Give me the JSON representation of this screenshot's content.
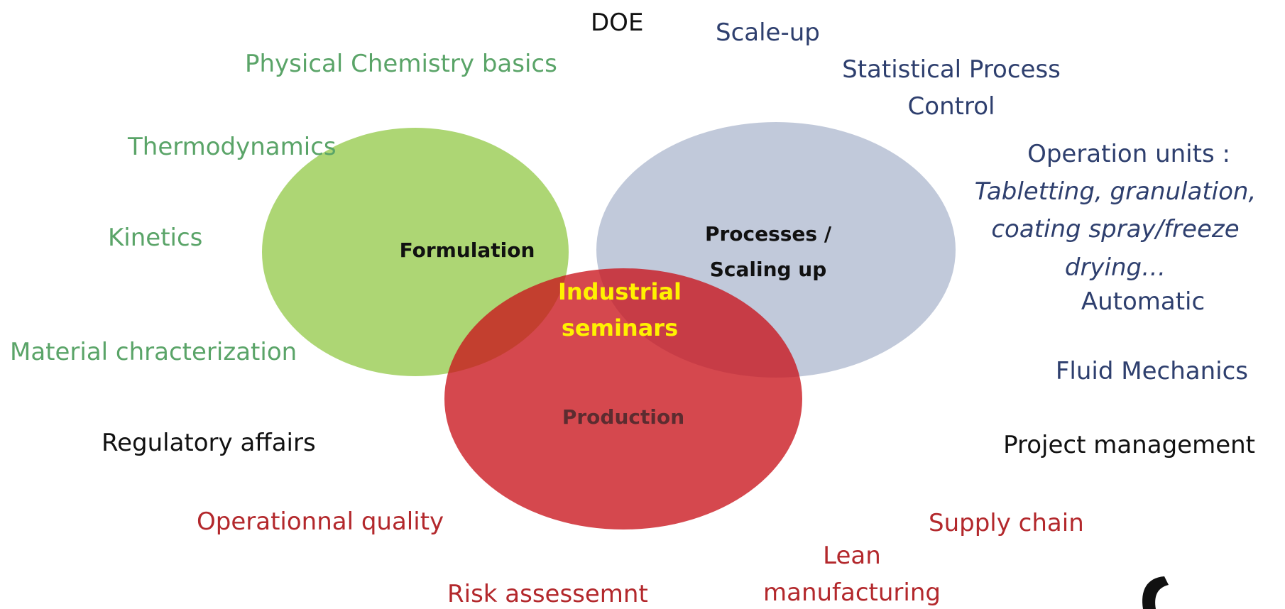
{
  "colors": {
    "formulation_circle": "#8dc63f",
    "processes_circle": "#a3b0c8",
    "production_circle": "#c9151c",
    "core_overlap": "#0d1f5e",
    "industrial_text": "#fff200"
  },
  "venn": {
    "formulation": "Formulation",
    "processes_line1": "Processes /",
    "processes_line2": "Scaling up",
    "production": "Production",
    "center_line1": "Industrial",
    "center_line2": "seminars"
  },
  "labels": {
    "doe": "DOE",
    "scale_up": "Scale-up",
    "physical_chemistry": "Physical Chemistry basics",
    "spc_line1": "Statistical Process",
    "spc_line2": "Control",
    "thermodynamics": "Thermodynamics",
    "operation_units": "Operation units :",
    "op_line1": "Tabletting,  granulation,",
    "op_line2": "coating spray/freeze",
    "op_line3": "drying…",
    "automatic": "Automatic",
    "kinetics": "Kinetics",
    "material": "Material chracterization",
    "fluid_mechanics": "Fluid Mechanics",
    "regulatory": "Regulatory affairs",
    "project_management": "Project management",
    "operational_quality": "Operationnal quality",
    "supply_chain": "Supply chain",
    "lean_line1": "Lean",
    "lean_line2": "manufacturing",
    "risk": "Risk assessemnt"
  },
  "logo_icon": "corner-logo-icon"
}
